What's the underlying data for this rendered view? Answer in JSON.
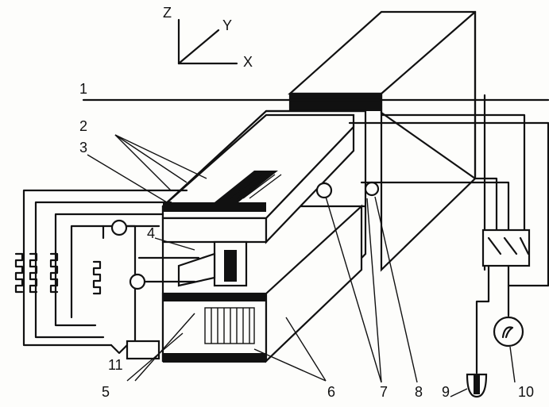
{
  "axes": {
    "z": "Z",
    "y": "Y",
    "x": "X"
  },
  "labels": {
    "l1": "1",
    "l2": "2",
    "l3": "3",
    "l4": "4",
    "l5": "5",
    "l6": "6",
    "l7": "7",
    "l8": "8",
    "l9": "9",
    "l10": "10",
    "l11": "11"
  },
  "colors": {
    "ink": "#111111",
    "paper": "#fdfdfb"
  }
}
